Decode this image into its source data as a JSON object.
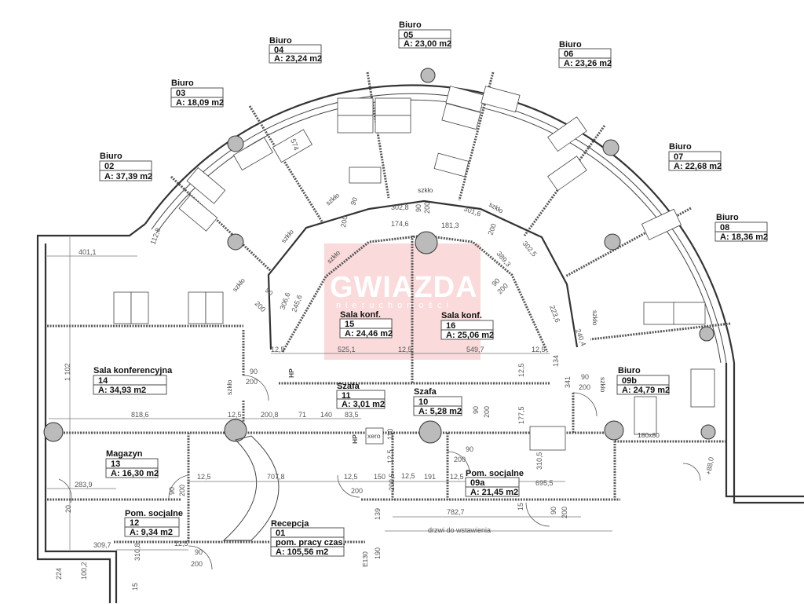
{
  "rooms": {
    "r02": {
      "name": "Biuro",
      "num": "02",
      "area": "A: 37,39 m2"
    },
    "r03": {
      "name": "Biuro",
      "num": "03",
      "area": "A: 18,09 m2"
    },
    "r04": {
      "name": "Biuro",
      "num": "04",
      "area": "A: 23,24 m2"
    },
    "r05": {
      "name": "Biuro",
      "num": "05",
      "area": "A: 23,00 m2"
    },
    "r06": {
      "name": "Biuro",
      "num": "06",
      "area": "A: 23,26 m2"
    },
    "r07": {
      "name": "Biuro",
      "num": "07",
      "area": "A: 22,68 m2"
    },
    "r08": {
      "name": "Biuro",
      "num": "08",
      "area": "A: 18,36 m2"
    },
    "r15": {
      "name": "Sala konf.",
      "num": "15",
      "area": "A: 24,46 m2"
    },
    "r16": {
      "name": "Sala konf.",
      "num": "16",
      "area": "A: 25,06 m2"
    },
    "r14": {
      "name": "Sala konferencyjna",
      "num": "14",
      "area": "A: 34,93 m2"
    },
    "r11": {
      "name": "Szafa",
      "num": "11",
      "area": "A: 3,01 m2"
    },
    "r10": {
      "name": "Szafa",
      "num": "10",
      "area": "A: 5,28 m2"
    },
    "r09b": {
      "name": "Biuro",
      "num": "09b",
      "area": "A: 24,79 m2"
    },
    "r13": {
      "name": "Magazyn",
      "num": "13",
      "area": "A: 16,30 m2"
    },
    "r12": {
      "name": "Pom. socjalne",
      "num": "12",
      "area": "A: 9,34 m2"
    },
    "r01": {
      "name": "Recepcja",
      "num": "01",
      "sub": "pom. pracy czas.",
      "area": "A: 105,56 m2"
    },
    "r09a": {
      "name": "Pom. socjalne",
      "num": "09a",
      "area": "A: 21,45 m2"
    }
  },
  "dimensions": [
    "401,1",
    "112,8",
    "574",
    "302,8",
    "174,6",
    "181,3",
    "301,6",
    "389,3",
    "302,5",
    "306,6",
    "245,6",
    "223,6",
    "240,4",
    "12,5",
    "525,1",
    "12,5",
    "549,7",
    "12,5",
    "134",
    "341",
    "12,5",
    "177,5",
    "1 102",
    "818,6",
    "12,5",
    "200,8",
    "71",
    "140",
    "83,5",
    "283,9",
    "20",
    "12,5",
    "707,8",
    "12,5",
    "150",
    "200,5",
    "12,5",
    "191",
    "12,5",
    "695,5",
    "310,5",
    "782,7",
    "15",
    "309,7",
    "12,5",
    "310,8",
    "100,2",
    "224",
    "190",
    "139",
    "110",
    "12,5",
    "15",
    "+88,0"
  ],
  "doors": {
    "w": "90",
    "h": "200"
  },
  "glass_label": "szkło",
  "fixtures": {
    "xero": "xero",
    "hp": "HP",
    "e130": "E130",
    "note": "drzwi do wstawienia",
    "desk_size": "180x80"
  },
  "watermark": {
    "brand": "GWIAZDA",
    "tagline": "nieruchomości",
    "color": "#f7c9c9"
  }
}
